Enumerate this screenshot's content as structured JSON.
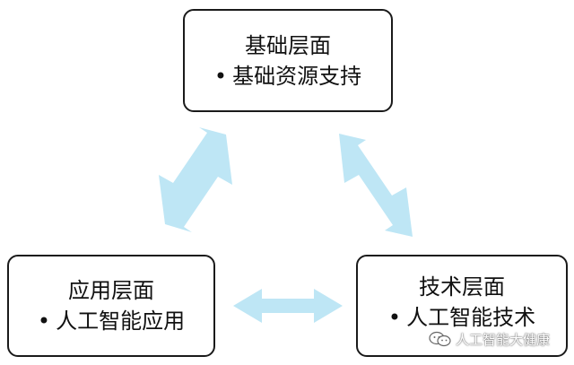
{
  "nodes": {
    "top": {
      "title": "基础层面",
      "item": "基础资源支持"
    },
    "left": {
      "title": "应用层面",
      "item": "人工智能应用"
    },
    "right": {
      "title": "技术层面",
      "item": "人工智能技术"
    }
  },
  "bullet": "•",
  "arrows": [
    {
      "from": "left",
      "to": "top",
      "type": "bidirectional"
    },
    {
      "from": "top",
      "to": "right",
      "type": "bidirectional"
    },
    {
      "from": "left",
      "to": "right",
      "type": "bidirectional"
    }
  ],
  "watermark": {
    "text": "人工智能大健康",
    "icon": "wechat-icon"
  },
  "colors": {
    "arrow": "#bee6f5",
    "border": "#1a1a1a"
  }
}
